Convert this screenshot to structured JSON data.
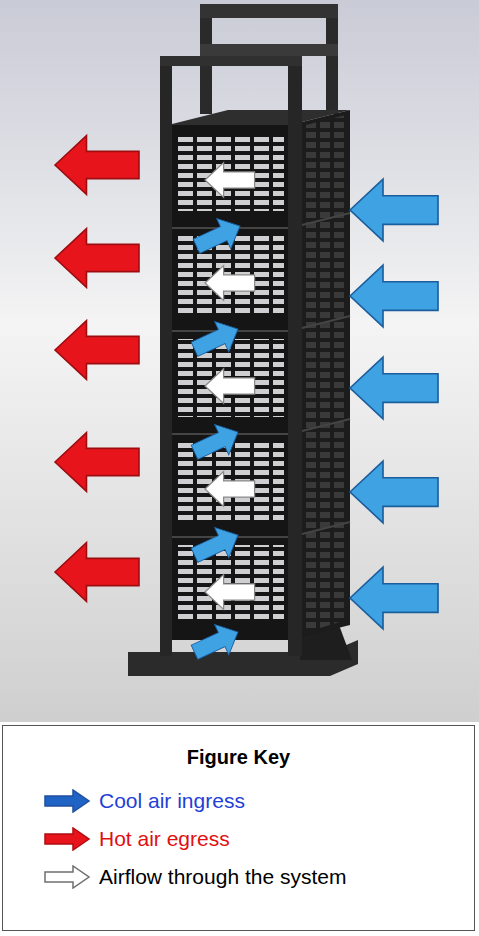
{
  "diagram": {
    "labels": [
      "Figure Key"
    ],
    "legend": [
      {
        "text": "Cool air ingress",
        "color": "#1f63c4"
      },
      {
        "text": "Hot air egress",
        "color": "#e8141c"
      },
      {
        "text": "Airflow through the system",
        "color": "#ffffff"
      }
    ]
  }
}
